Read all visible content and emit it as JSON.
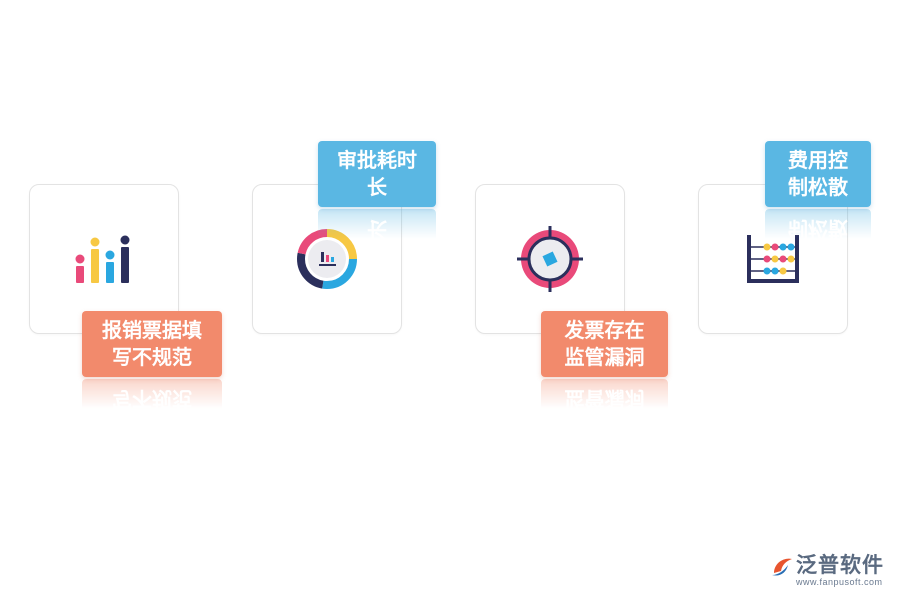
{
  "cards": [
    {
      "label_lines": [
        "报销票据填",
        "写不规范"
      ],
      "label_color": "#f28a6c",
      "icon": "bar-chart-icon"
    },
    {
      "label_lines": [
        "审批耗时",
        "长"
      ],
      "label_color": "#5ab7e3",
      "icon": "pie-chart-icon"
    },
    {
      "label_lines": [
        "发票存在",
        "监管漏洞"
      ],
      "label_color": "#f28a6c",
      "icon": "target-icon"
    },
    {
      "label_lines": [
        "费用控",
        "制松散"
      ],
      "label_color": "#5ab7e3",
      "icon": "abacus-icon"
    }
  ],
  "logo": {
    "name": "泛普软件",
    "url": "www.fanpusoft.com",
    "icon": "fanpu-logo-icon"
  },
  "colors": {
    "orange": "#f28a6c",
    "blue": "#5ab7e3",
    "pink": "#e94a7a",
    "yellow": "#f7c843",
    "navy": "#2b2f5c",
    "sky": "#2aa7e0"
  }
}
